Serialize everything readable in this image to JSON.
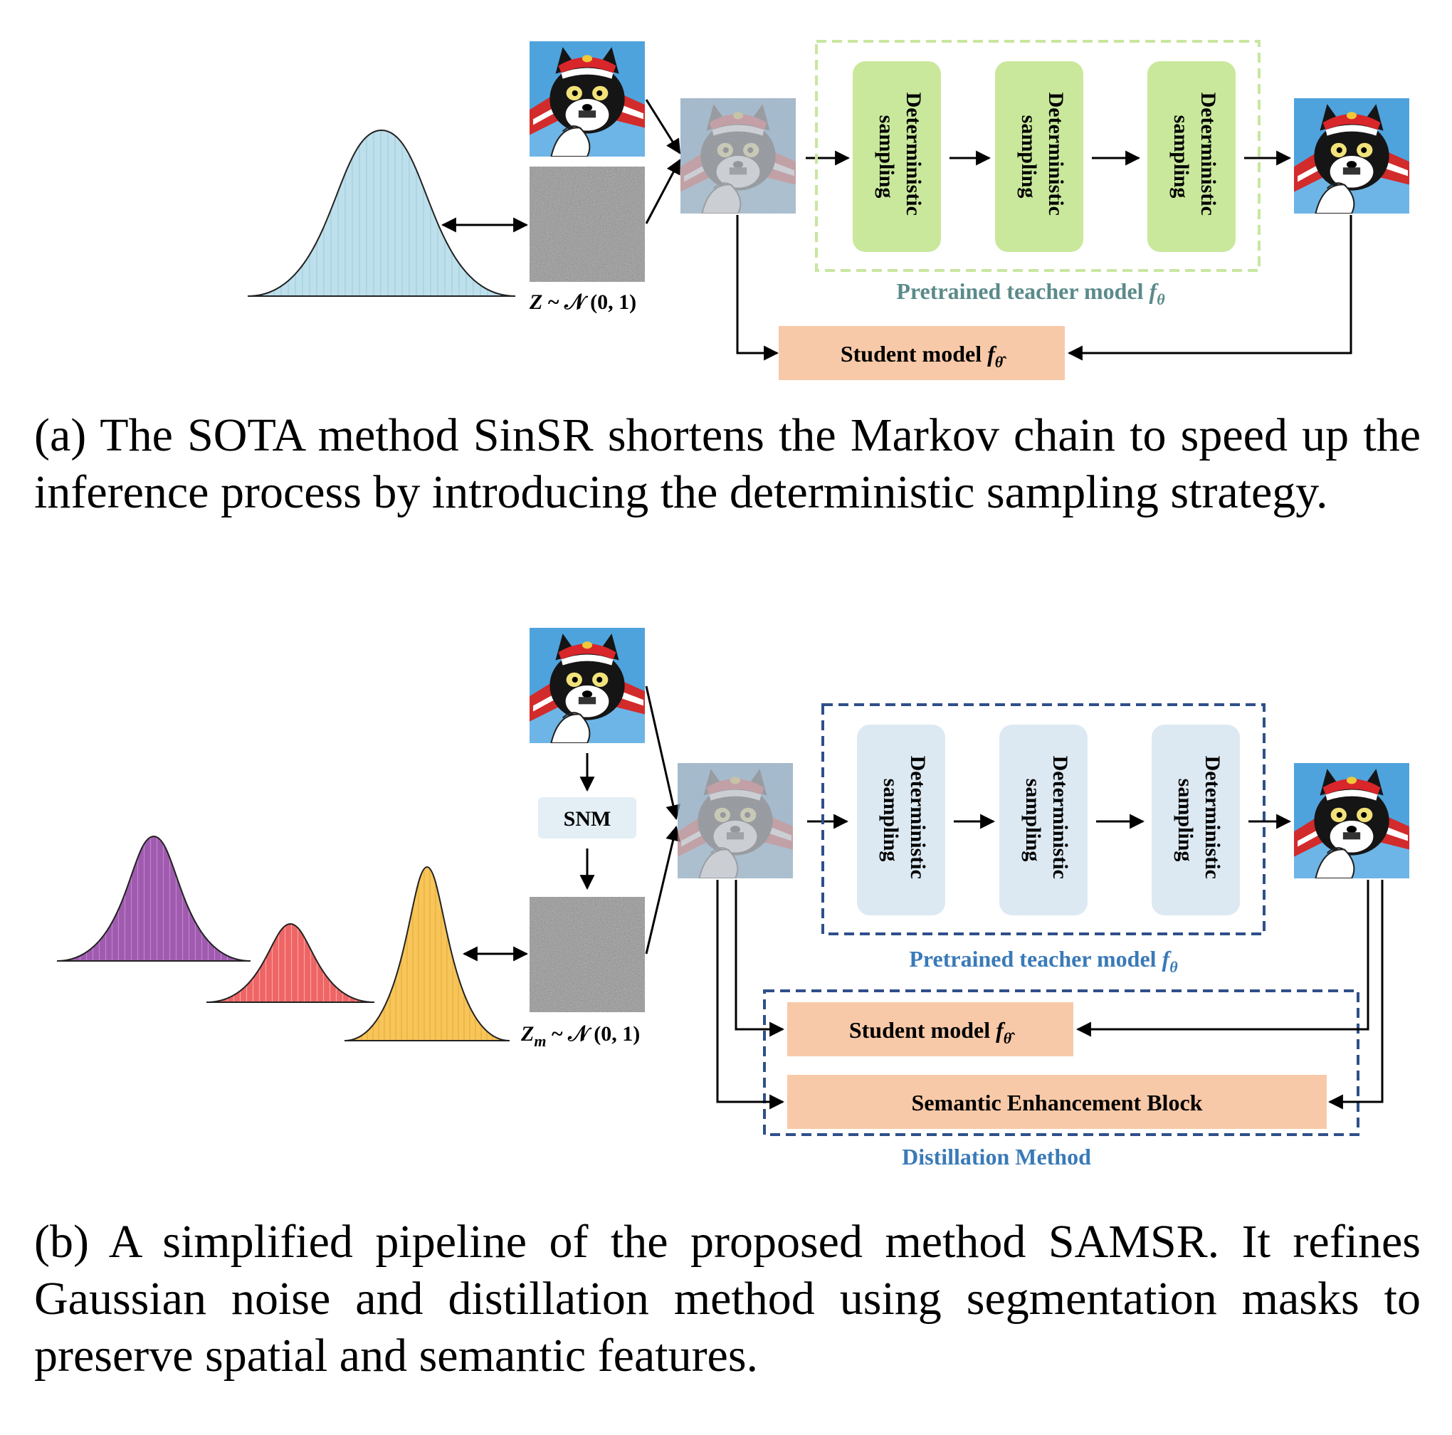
{
  "panel_a": {
    "noise_label": {
      "var": "Z",
      "tilde": " ~ ",
      "dist": "𝒩 (0, 1)"
    },
    "sampling_blocks": [
      {
        "line1": "Deterministic",
        "line2": "sampling"
      },
      {
        "line1": "Deterministic",
        "line2": "sampling"
      },
      {
        "line1": "Deterministic",
        "line2": "sampling"
      }
    ],
    "teacher_label": {
      "text": "Pretrained teacher model ",
      "symbol": "f",
      "sub": "θ"
    },
    "student_label": {
      "text": "Student model ",
      "symbol": "f",
      "sub": "θ̂"
    },
    "caption": "(a) The SOTA method SinSR shortens the Markov chain to speed up the inference process by introducing the deterministic sampling strategy."
  },
  "panel_b": {
    "snm_label": "SNM",
    "noise_label": {
      "var": "Z",
      "var_sub": "m",
      "tilde": " ~ ",
      "dist": "𝒩 (0, 1)"
    },
    "sampling_blocks": [
      {
        "line1": "Deterministic",
        "line2": "sampling"
      },
      {
        "line1": "Deterministic",
        "line2": "sampling"
      },
      {
        "line1": "Deterministic",
        "line2": "sampling"
      }
    ],
    "teacher_label": {
      "text": "Pretrained teacher model ",
      "symbol": "f",
      "sub": "θ"
    },
    "student_label": {
      "text": "Student model ",
      "symbol": "f",
      "sub": "θ̂"
    },
    "seb_label": "Semantic Enhancement Block",
    "distillation_label": "Distillation Method",
    "caption": "(b) A simplified pipeline of the proposed method SAMSR. It refines Gaussian noise and distillation method using segmentation masks to preserve spatial and semantic features."
  },
  "colors": {
    "teacher_a_border": "#c8e6a0",
    "teacher_a_block": "#c9e89c",
    "teacher_a_text": "#5b8a8a",
    "teacher_b_border": "#2f4f8a",
    "teacher_b_block": "#dde9f2",
    "teacher_b_text": "#3a7ab8",
    "student_box": "#f8c9a8",
    "snm_box": "#e4eef5",
    "bell_a": "#bde0ec",
    "bell_purple": "#a05bb0",
    "bell_red": "#ee6565",
    "bell_yellow": "#f7c55a"
  },
  "icons": [
    "cat-image",
    "noise-image",
    "noisy-cat-image",
    "gaussian-curve"
  ]
}
